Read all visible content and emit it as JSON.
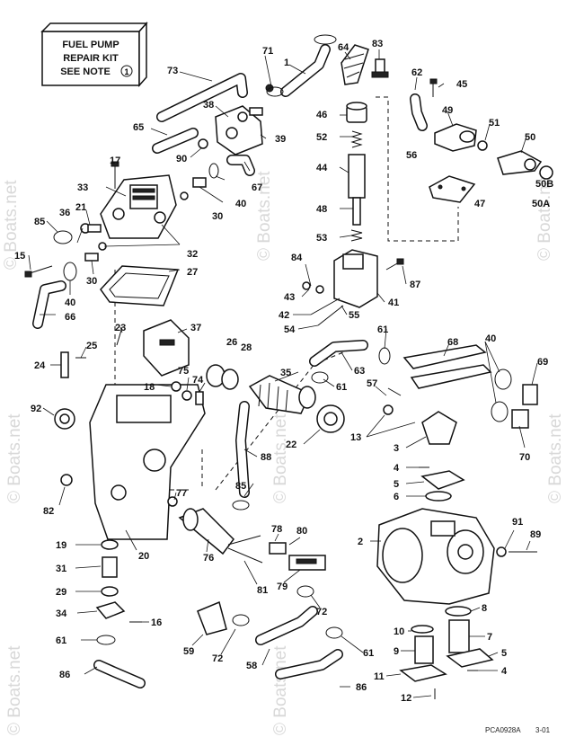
{
  "note_box": {
    "line1": "FUEL PUMP",
    "line2": "REPAIR KIT",
    "line3": "SEE NOTE",
    "note_number": "1"
  },
  "watermark": "© Boats.net",
  "figure_code": "PCA0928A",
  "page_ref": "3-01",
  "callouts": [
    "1",
    "2",
    "3",
    "4",
    "5",
    "6",
    "7",
    "8",
    "9",
    "10",
    "11",
    "12",
    "13",
    "15",
    "16",
    "17",
    "18",
    "19",
    "20",
    "21",
    "22",
    "23",
    "24",
    "25",
    "26",
    "27",
    "28",
    "29",
    "30",
    "31",
    "32",
    "33",
    "34",
    "35",
    "36",
    "37",
    "38",
    "39",
    "40",
    "41",
    "42",
    "43",
    "44",
    "45",
    "46",
    "47",
    "48",
    "49",
    "50",
    "50A",
    "50B",
    "51",
    "52",
    "53",
    "54",
    "55",
    "56",
    "57",
    "58",
    "59",
    "61",
    "62",
    "63",
    "64",
    "65",
    "66",
    "67",
    "68",
    "69",
    "70",
    "71",
    "72",
    "73",
    "74",
    "75",
    "76",
    "77",
    "78",
    "79",
    "80",
    "81",
    "82",
    "83",
    "84",
    "85",
    "86",
    "87",
    "88",
    "89",
    "90",
    "91",
    "92"
  ]
}
